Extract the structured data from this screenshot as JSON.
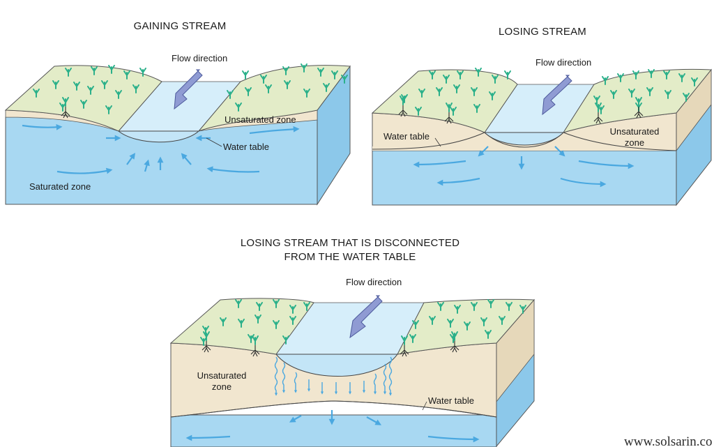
{
  "diagrams": [
    {
      "title": "GAINING STREAM",
      "labels": {
        "flow": "Flow direction",
        "unsaturated": "Unsaturated zone",
        "water_table": "Water table",
        "saturated": "Saturated zone"
      }
    },
    {
      "title": "LOSING STREAM",
      "labels": {
        "flow": "Flow direction",
        "water_table": "Water table",
        "unsaturated_1": "Unsaturated",
        "unsaturated_2": "zone"
      }
    },
    {
      "title_line1": "LOSING STREAM THAT IS DISCONNECTED",
      "title_line2": "FROM THE WATER TABLE",
      "labels": {
        "flow": "Flow direction",
        "unsaturated_1": "Unsaturated",
        "unsaturated_2": "zone",
        "water_table": "Water table"
      }
    }
  ],
  "watermark": "www.solsarin.co",
  "colors": {
    "water": "#a8d8f2",
    "water_side": "#8cc8ea",
    "stream": "#d6eefa",
    "soil": "#f1e6cf",
    "soil_side": "#e6d8ba",
    "grass": "#e3ecc8",
    "arrow": "#4aa8e0",
    "flow_arrow": "#8f9bd3",
    "plant": "#2bb08a"
  }
}
